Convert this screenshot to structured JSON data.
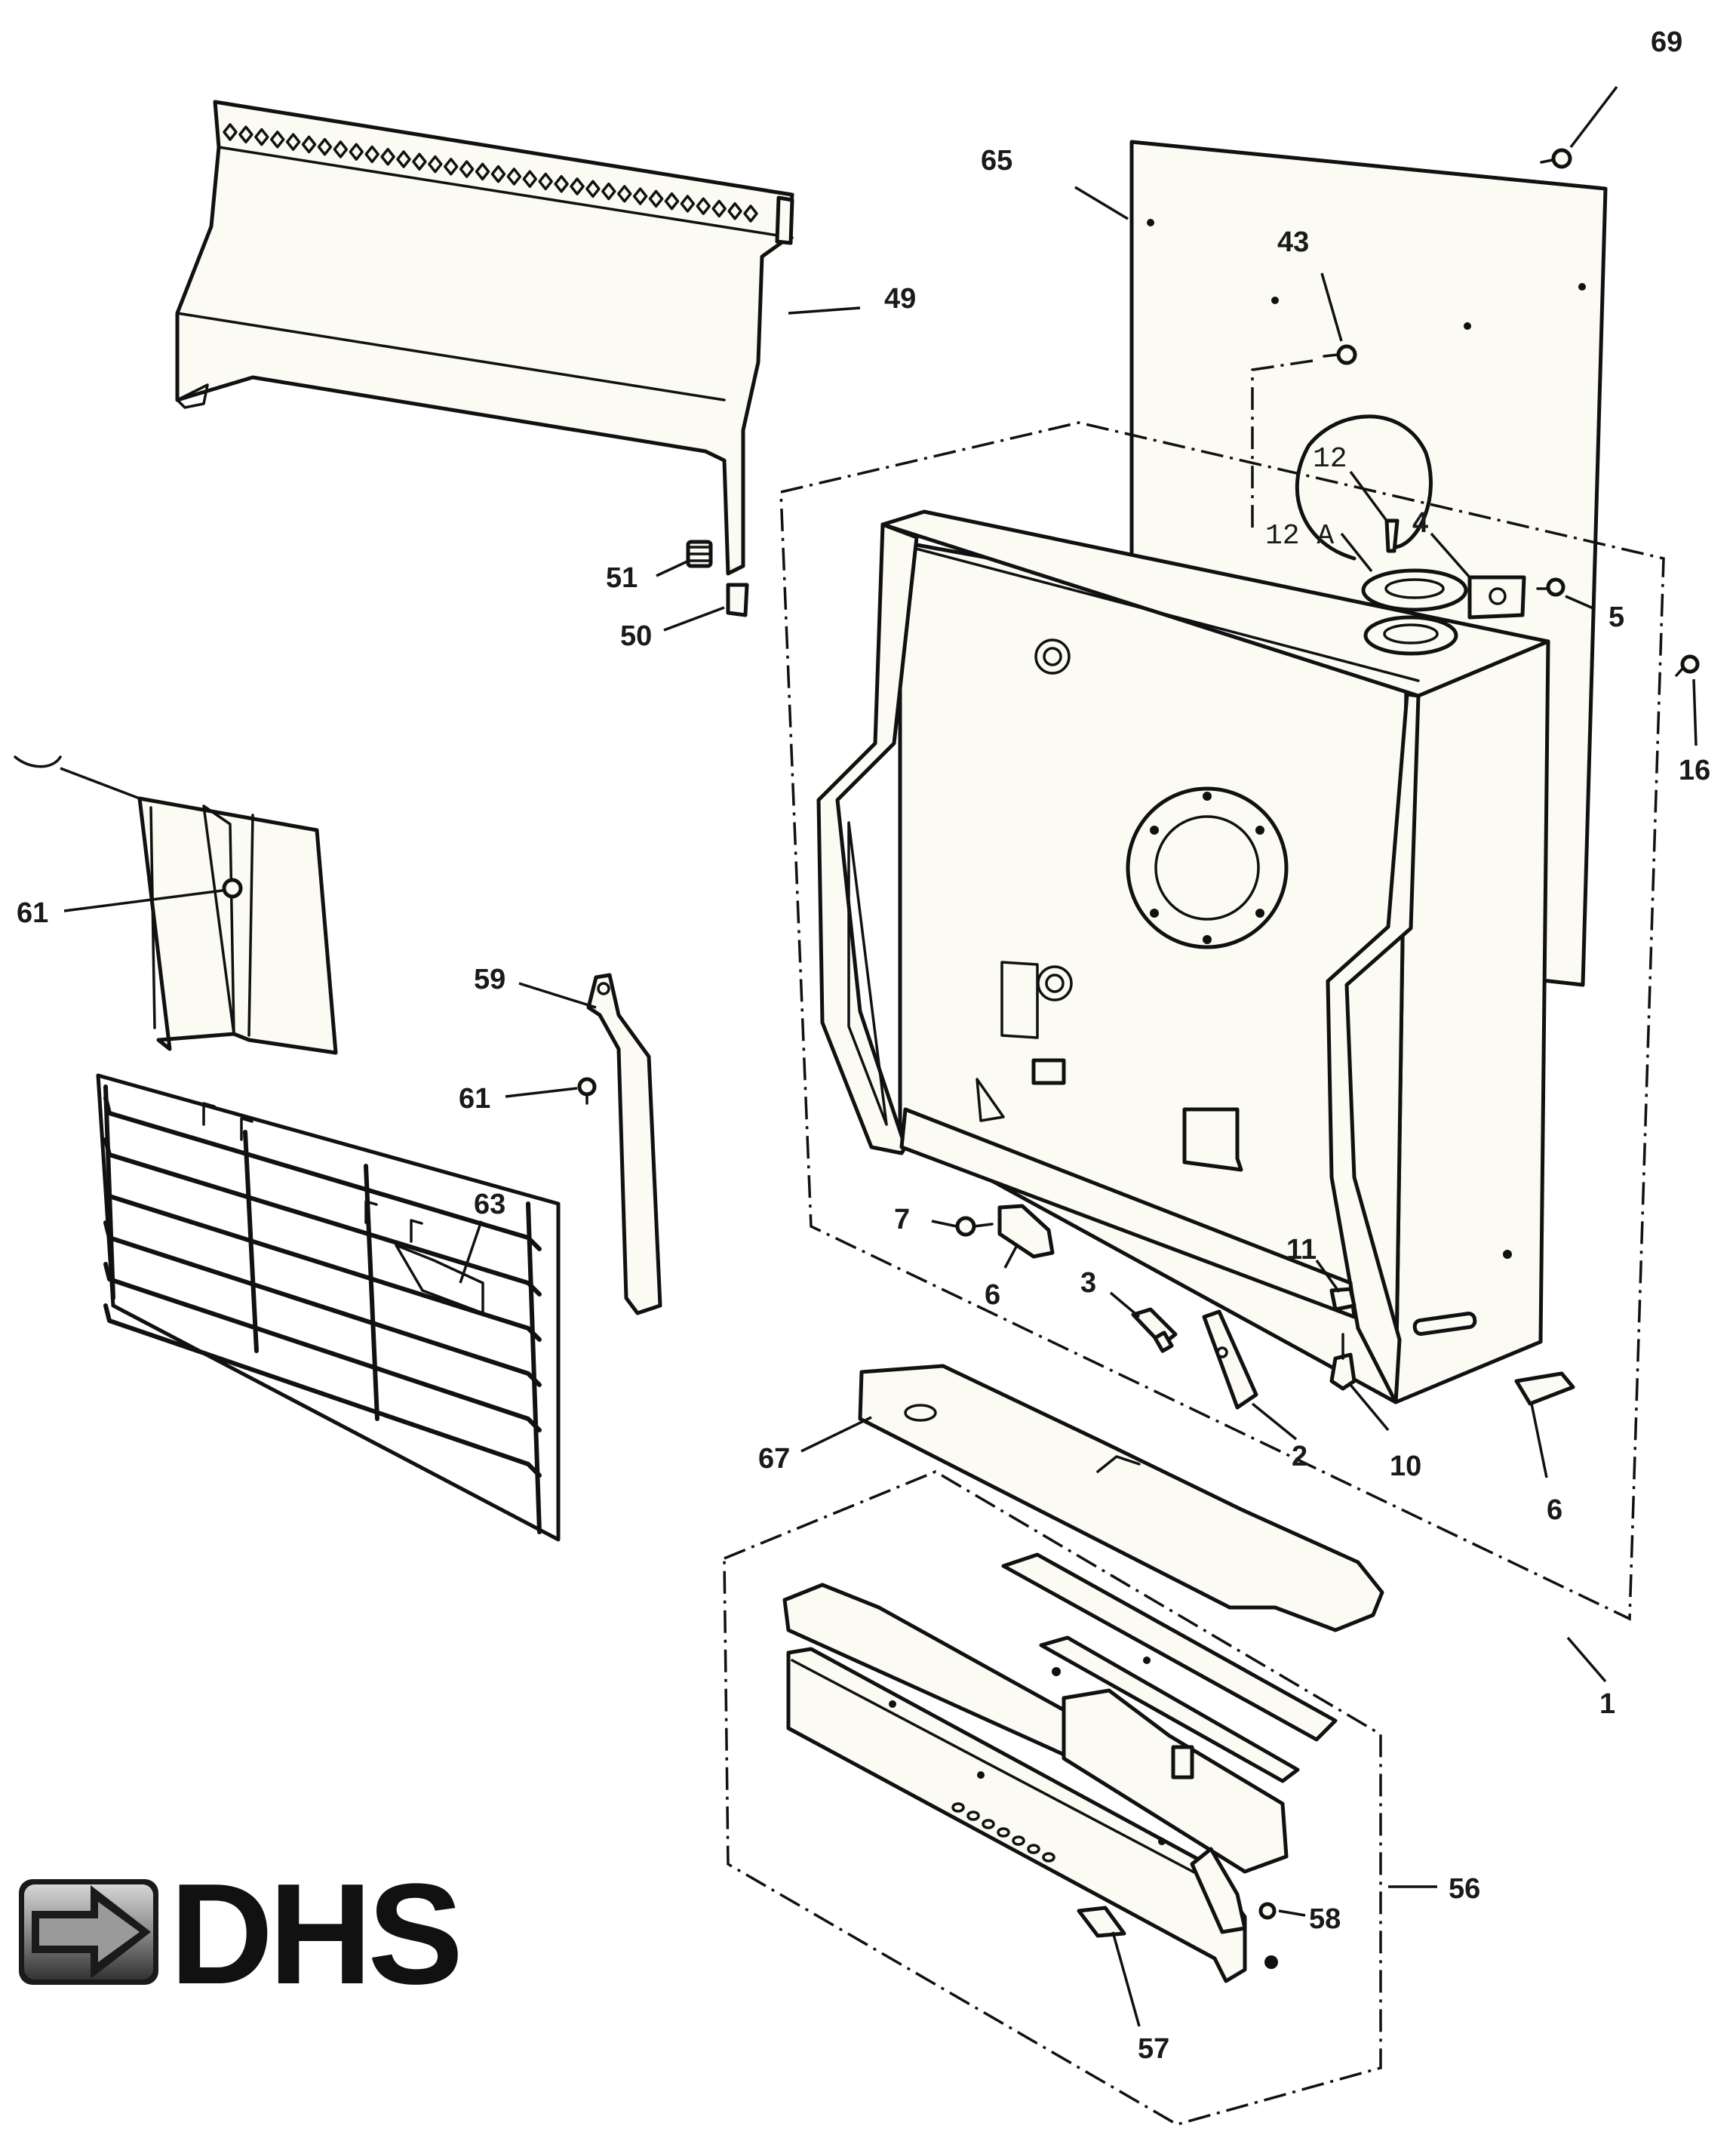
{
  "labels": {
    "p69": "69",
    "p65": "65",
    "p43": "43",
    "p49": "49",
    "p12": "12",
    "p12a": "12 A",
    "p4": "4",
    "p5": "5",
    "p16": "16",
    "p51": "51",
    "p50": "50",
    "p61a": "61",
    "p59": "59",
    "p61b": "61",
    "p63": "63",
    "p7": "7",
    "p6a": "6",
    "p3": "3",
    "p11": "11",
    "p2": "2",
    "p10": "10",
    "p6b": "6",
    "p67": "67",
    "p1": "1",
    "p56": "56",
    "p58": "58",
    "p57": "57"
  },
  "logo": {
    "text": "DHS"
  },
  "colors": {
    "line": "#111111",
    "paper": "#ffffff",
    "part_fill": "#fbfaf3",
    "logo_gradient_top": "#cfcfcf",
    "logo_gradient_bottom": "#3a3a3a"
  }
}
